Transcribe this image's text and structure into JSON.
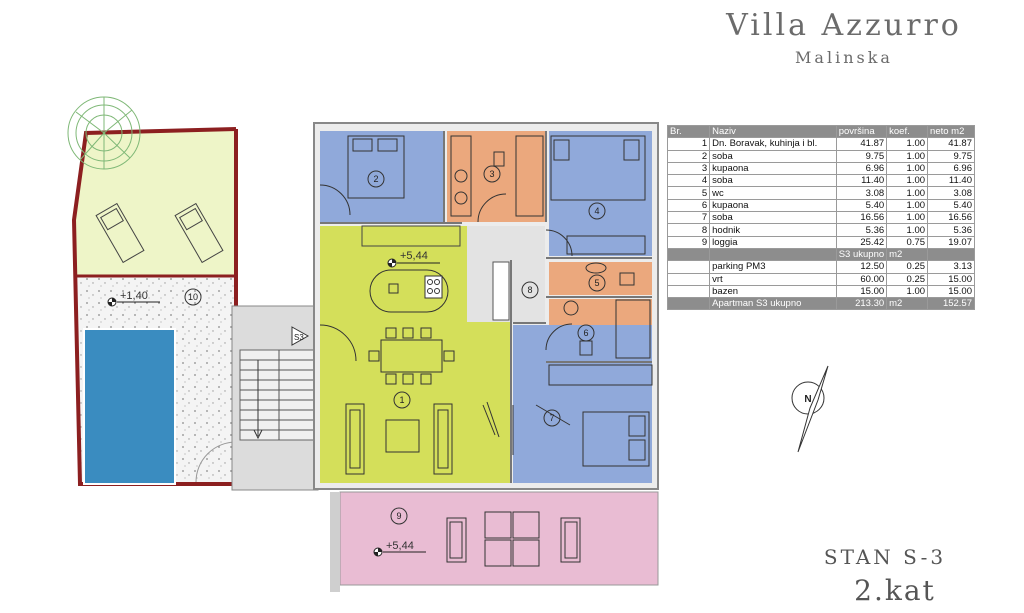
{
  "header": {
    "title": "Villa Azzurro",
    "subtitle": "Malinska"
  },
  "footer": {
    "apartment": "STAN S-3",
    "floor": "2.kat"
  },
  "plan": {
    "elevation_top": "+5,44",
    "elevation_bottom": "+5,44",
    "elevation_garden": "+1,40",
    "stair_label": "S3",
    "north_label": "N",
    "room_numbers": [
      "1",
      "2",
      "3",
      "4",
      "5",
      "6",
      "7",
      "8",
      "9",
      "10"
    ],
    "colors": {
      "living": "#d4df5a",
      "bedroom": "#90a9da",
      "bathroom": "#eba87d",
      "hall": "#e3e3e3",
      "loggia": "#e9bcd3",
      "pool": "#3a8cc0",
      "garden": "#eef5c8",
      "wall": "#8c1f20",
      "stair": "#dcdcdc"
    }
  },
  "table": {
    "headers": {
      "br": "Br.",
      "naziv": "Naziv",
      "povrsina": "površina",
      "koef": "koef.",
      "neto": "neto m2"
    },
    "rows": [
      {
        "br": "1",
        "naziv": "Dn. Boravak, kuhinja i bl.",
        "povrsina": "41.87",
        "koef": "1.00",
        "neto": "41.87"
      },
      {
        "br": "2",
        "naziv": "soba",
        "povrsina": "9.75",
        "koef": "1.00",
        "neto": "9.75"
      },
      {
        "br": "3",
        "naziv": "kupaona",
        "povrsina": "6.96",
        "koef": "1.00",
        "neto": "6.96"
      },
      {
        "br": "4",
        "naziv": "soba",
        "povrsina": "11.40",
        "koef": "1.00",
        "neto": "11.40"
      },
      {
        "br": "5",
        "naziv": "wc",
        "povrsina": "3.08",
        "koef": "1.00",
        "neto": "3.08"
      },
      {
        "br": "6",
        "naziv": "kupaona",
        "povrsina": "5.40",
        "koef": "1.00",
        "neto": "5.40"
      },
      {
        "br": "7",
        "naziv": "soba",
        "povrsina": "16.56",
        "koef": "1.00",
        "neto": "16.56"
      },
      {
        "br": "8",
        "naziv": "hodnik",
        "povrsina": "5.36",
        "koef": "1.00",
        "neto": "5.36"
      },
      {
        "br": "9",
        "naziv": "loggia",
        "povrsina": "25.42",
        "koef": "0.75",
        "neto": "19.07"
      }
    ],
    "subtotal": {
      "label": "S3 ukupno",
      "unit": "m2"
    },
    "extras": [
      {
        "naziv": "parking PM3",
        "povrsina": "12.50",
        "koef": "0.25",
        "neto": "3.13"
      },
      {
        "naziv": "vrt",
        "povrsina": "60.00",
        "koef": "0.25",
        "neto": "15.00"
      },
      {
        "naziv": "bazen",
        "povrsina": "15.00",
        "koef": "1.00",
        "neto": "15.00"
      }
    ],
    "total": {
      "label": "Apartman S3 ukupno",
      "povrsina": "213.30",
      "unit": "m2",
      "neto": "152.57"
    }
  }
}
